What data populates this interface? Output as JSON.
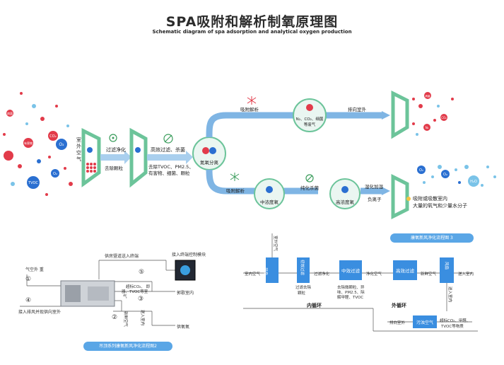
{
  "header": {
    "title": "SPA吸附和解析制氧原理图",
    "subtitle": "Schematic diagram of spa adsorption and analytical oxygen production"
  },
  "top_flow": {
    "left_molecules": [
      "病菌",
      "CO₂",
      "O₂",
      "有害物",
      "TVOC",
      "O₂"
    ],
    "outdoor_air": "室外空气",
    "stage1_label": "过滤净化",
    "stage1_sub": "去除颗粒",
    "stage2_label": "高效过滤、杀菌",
    "stage2_sub_line1": "去除TVOC、PM2.5、",
    "stage2_sub_line2": "有害物、细菌、颗粒",
    "separator_label": "氮氧分离",
    "adsorb_top": "吸附解析",
    "n2_bubble_line1": "N₂、CO₂、细菌",
    "n2_bubble_line2": "等废气",
    "exhaust_label": "排向室外",
    "right_top_molecules": [
      "病菌",
      "CO₂",
      "N₂"
    ],
    "adsorb_bottom": "吸附解析",
    "mid_oxygen": "中浓度氧",
    "sterilize": "纯化杀菌",
    "high_oxygen": "高浓度氧",
    "humidify": "湿化加湿",
    "negative_ion": "负离子",
    "result_line1": "吸附或吸散室内",
    "result_line2": "大量的氧气和少量水分子",
    "right_bottom_molecules": [
      "O₂",
      "O₂",
      "H₂O"
    ],
    "caption": "康氧新风净化流程图 3"
  },
  "left_bottom": {
    "fresh_air_return": "供房暨道送入终端",
    "terminal_module": "接入终端控制模块",
    "outdoor_air_label": "气空外 重",
    "exhaust_label": "接入排风并现供向室外",
    "indoor_label": "郭歌室内",
    "oxygen_supply": "供氧氧",
    "box_label_1": "超标CO₂、 即",
    "box_label_2": "器、TVOC等室",
    "box_label_3": "气",
    "fresh_air": "新鲜空气",
    "into_room": "送入室内",
    "nums": [
      "①",
      "②",
      "③",
      "④",
      "⑤"
    ],
    "caption": "吊顶系列康氧新风净化流程图2"
  },
  "right_bottom": {
    "outdoor_fresh": "室外空气",
    "indoor_air": "室内空气",
    "fan1": "风扇",
    "primary_filter": "初效过滤",
    "filter_purify": "过滤净化",
    "mid_filter": "中效过滤",
    "purify_air": "净化空气",
    "high_filter": "高效过滤",
    "fresh_air": "新鲜空气",
    "fan2": "风扇",
    "send_indoor": "送入室内",
    "remove_particles_1": "过滤去除",
    "remove_particles_2": "颗粒",
    "mid_desc_1": "去除微颗粒、异",
    "mid_desc_2": "味、PM2.5、除",
    "mid_desc_3": "解甲醛、TVOC",
    "inner_loop": "内循环",
    "outer_loop": "外循环",
    "polluted_air": "污浊空气",
    "exhaust_outdoor": "排向室外",
    "send_indoor_v": "送入室内",
    "excess_1": "超标CO₂、甲醛、",
    "excess_2": "TVOC等物质"
  }
}
